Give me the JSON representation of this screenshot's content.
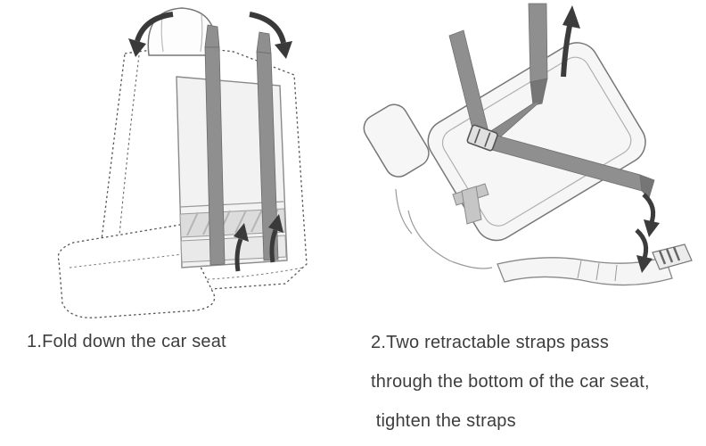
{
  "page": {
    "background": "#ffffff"
  },
  "colors": {
    "text": "#3d3d3d",
    "seat_outline": "#6f6f6f",
    "dotted_line": "#555555",
    "strap": "#8f8f8f",
    "strap_fold": "#767676",
    "panel_fill": "#f2f2f2",
    "arrow": "#3a3a3a"
  },
  "steps": [
    {
      "number": "1",
      "caption": "1.Fold down the car seat"
    },
    {
      "number": "2",
      "caption_lines": [
        "2.Two retractable straps pass",
        "through the bottom of the car seat,",
        " tighten the straps"
      ]
    }
  ]
}
